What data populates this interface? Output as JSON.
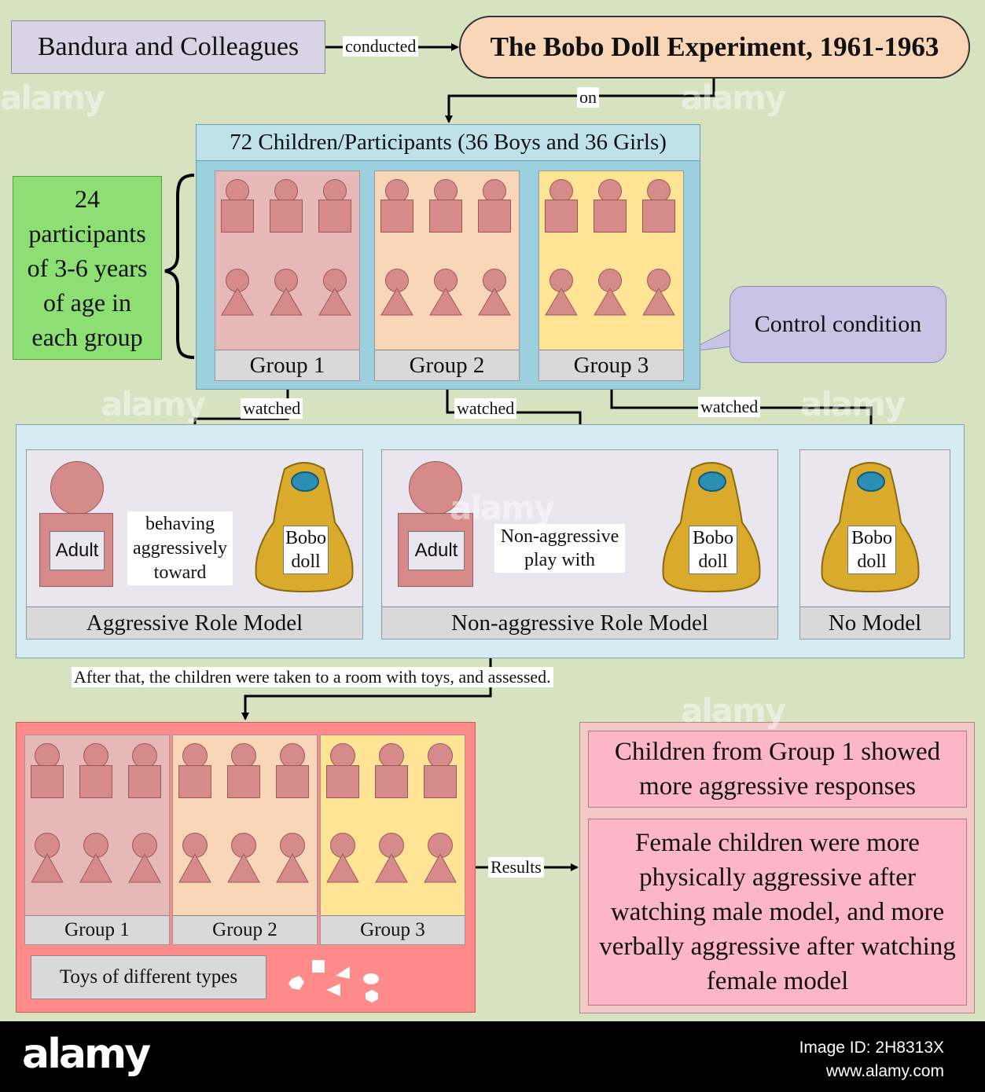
{
  "top": {
    "actor": "Bandura and Colleagues",
    "verb": "conducted",
    "title": "The Bobo Doll Experiment, 1961-1963",
    "on": "on"
  },
  "participants": {
    "header": "72 Children/Participants (36 Boys and 36 Girls)",
    "side_note": "24 participants of 3-6 years of age in each group",
    "groups": [
      "Group 1",
      "Group 2",
      "Group 3"
    ],
    "callout": "Control condition"
  },
  "watched": [
    "watched",
    "watched",
    "watched"
  ],
  "conditions": {
    "aggressive": {
      "adult": "Adult",
      "action": "behaving aggressively toward",
      "doll": "Bobo doll",
      "label": "Aggressive Role Model"
    },
    "nonaggressive": {
      "adult": "Adult",
      "action": "Non-aggressive play with",
      "doll": "Bobo doll",
      "label": "Non-aggressive Role Model"
    },
    "none": {
      "doll": "Bobo doll",
      "label": "No Model"
    }
  },
  "after": "After that, the children were taken to a room with toys, and assessed.",
  "room": {
    "groups": [
      "Group 1",
      "Group 2",
      "Group 3"
    ],
    "toys": "Toys of different types"
  },
  "results_label": "Results",
  "results": [
    "Children from Group 1 showed more aggressive responses",
    "Female children were more physically aggressive after watching male model, and more verbally aggressive after watching female model"
  ],
  "footer": {
    "brand": "alamy",
    "image_id": "Image ID: 2H8313X",
    "site": "www.alamy.com"
  },
  "colors": {
    "background": "#d7e2c0",
    "group1": "#e6b8b8",
    "group2": "#f9d6b8",
    "group3": "#ffe495",
    "person": "#d68a8a",
    "doll": "#d9aa2b",
    "doll_eye": "#2b8fb3"
  }
}
